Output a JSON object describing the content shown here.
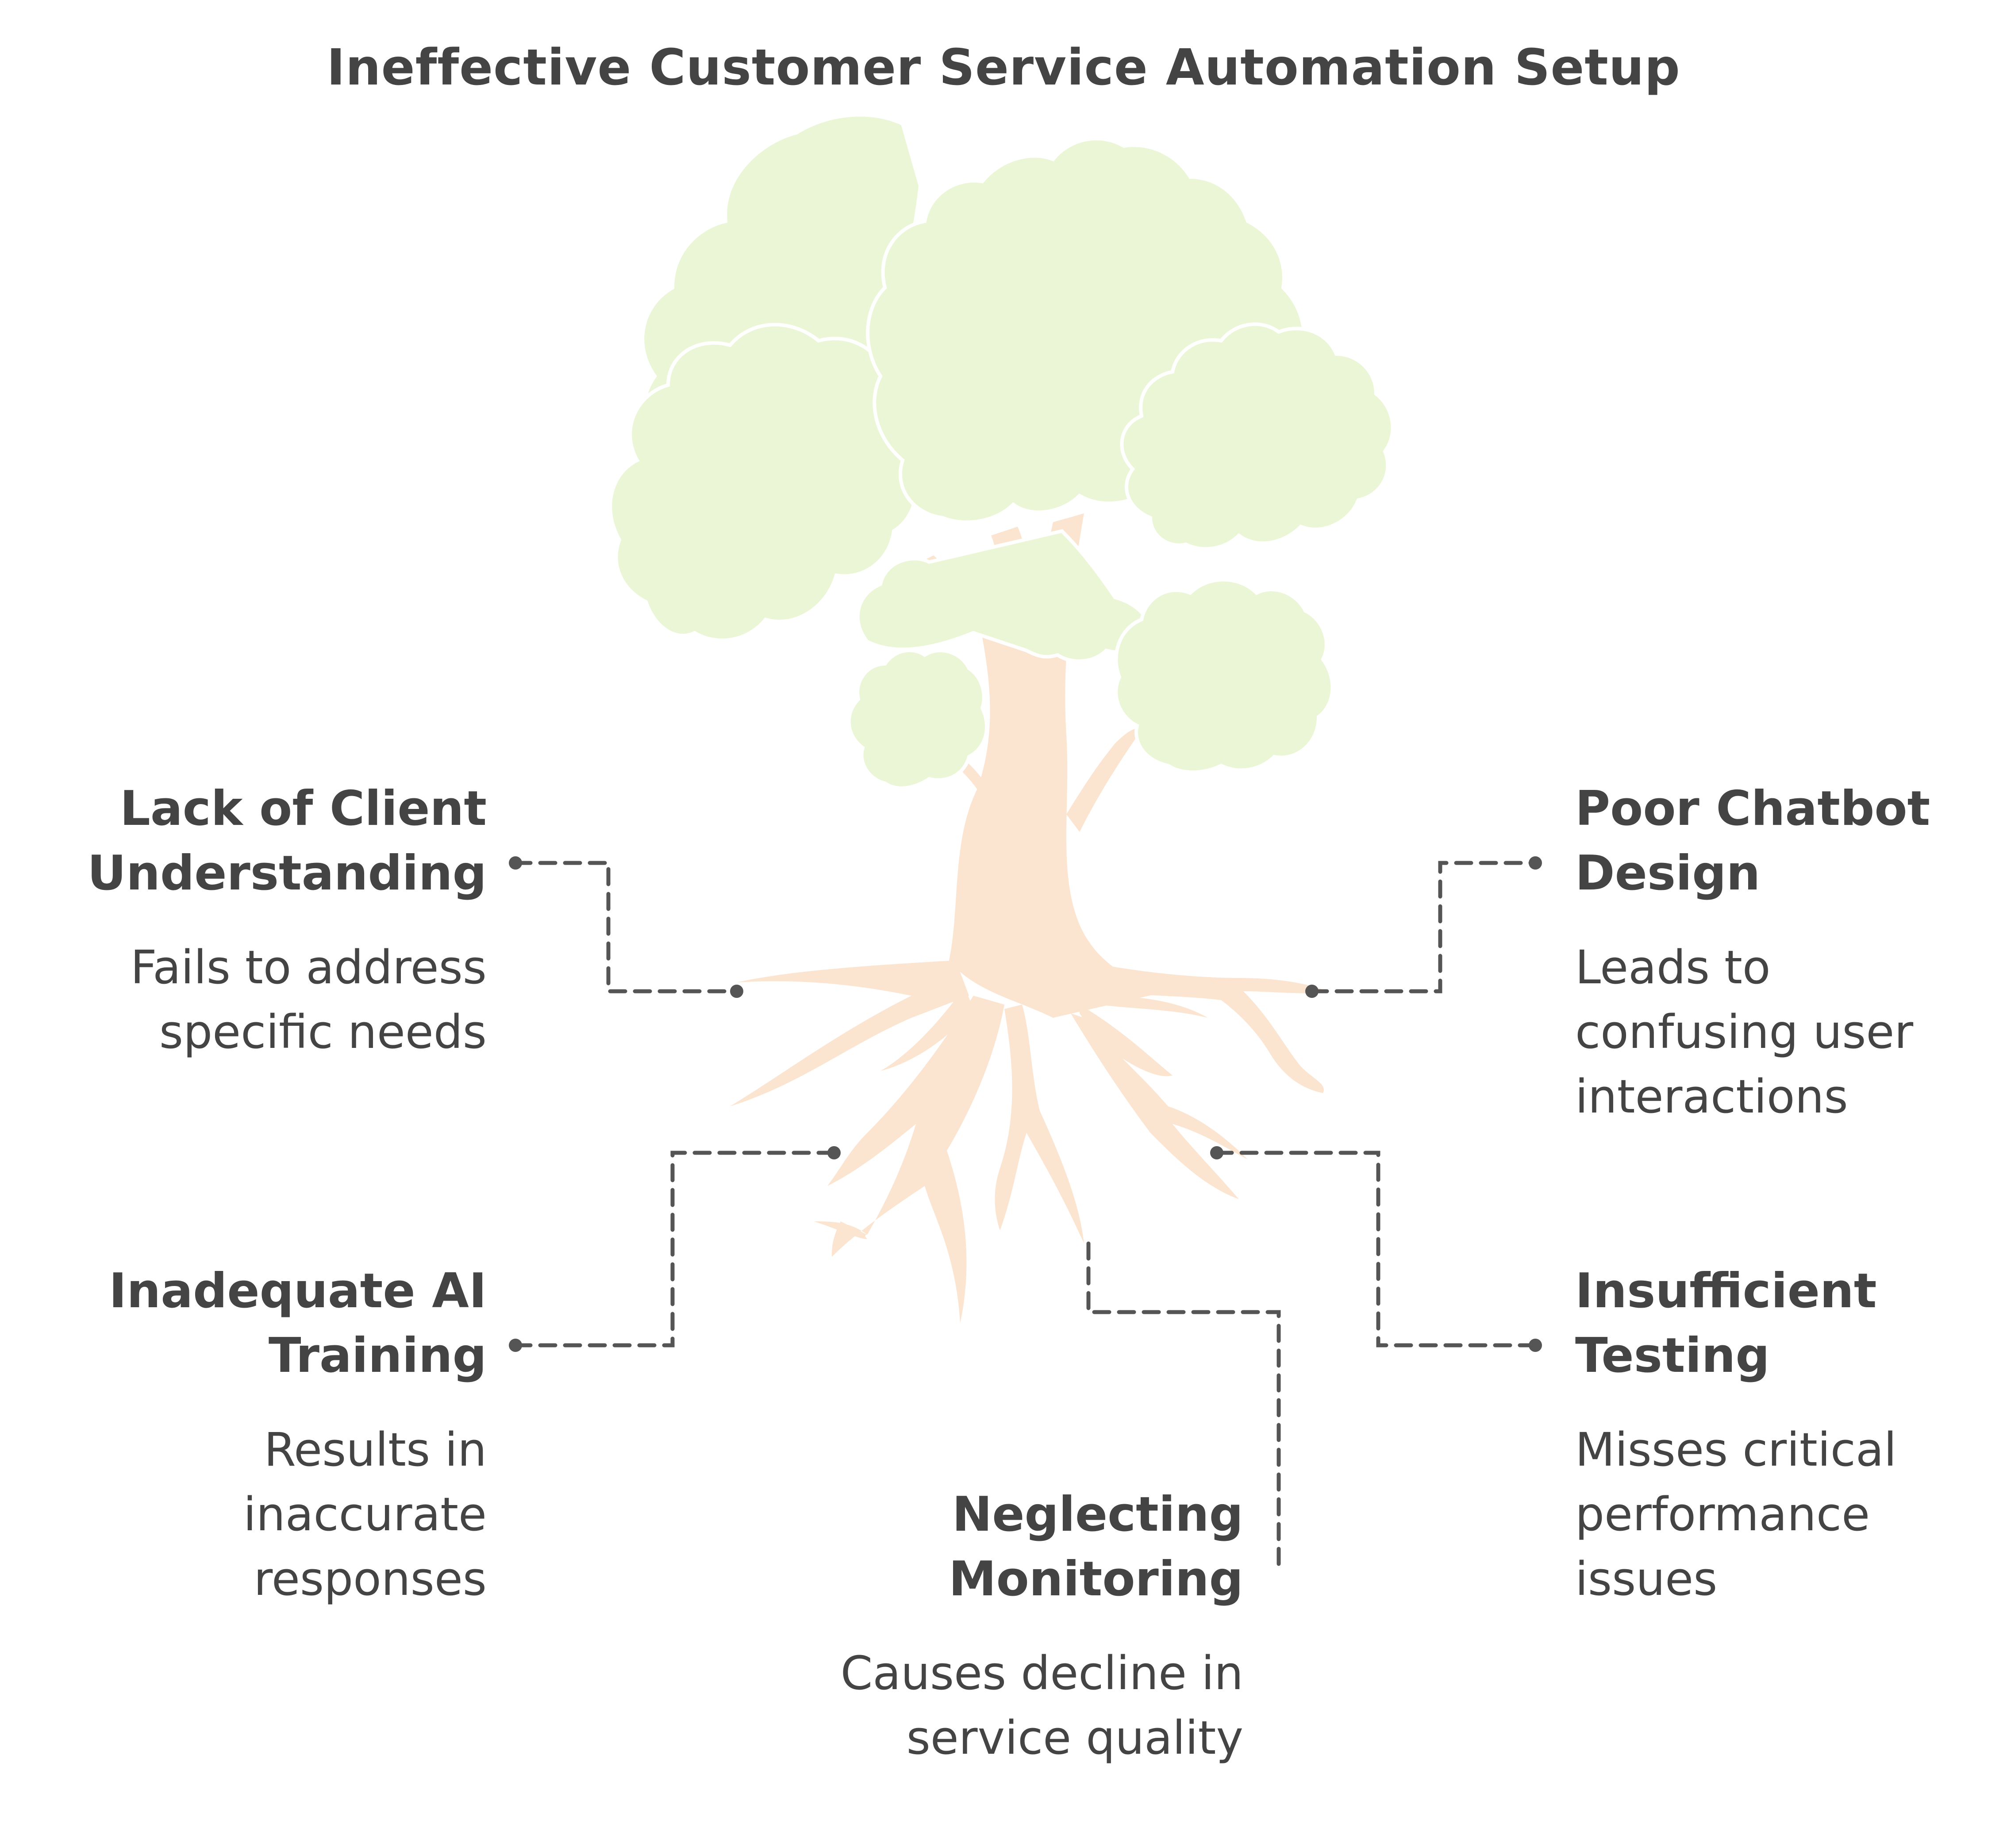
{
  "title": "Ineffective Customer Service Automation Setup",
  "colors": {
    "foliage": "#ebf6d6",
    "foliage_outline": "#ffffff",
    "trunk": "#fce5d0",
    "connector": "#555555",
    "text": "#444444"
  },
  "causes": [
    {
      "heading": "Lack of Client Understanding",
      "description": "Fails to address specific needs",
      "side": "left"
    },
    {
      "heading": "Poor Chatbot Design",
      "description": "Leads to confusing user interactions",
      "side": "right"
    },
    {
      "heading": "Inadequate AI Training",
      "description": "Results in inaccurate responses",
      "side": "left"
    },
    {
      "heading": "Insufficient Testing",
      "description": "Misses critical performance issues",
      "side": "right"
    },
    {
      "heading": "Neglecting Monitoring",
      "description": "Causes decline in service quality",
      "side": "bottom"
    }
  ]
}
